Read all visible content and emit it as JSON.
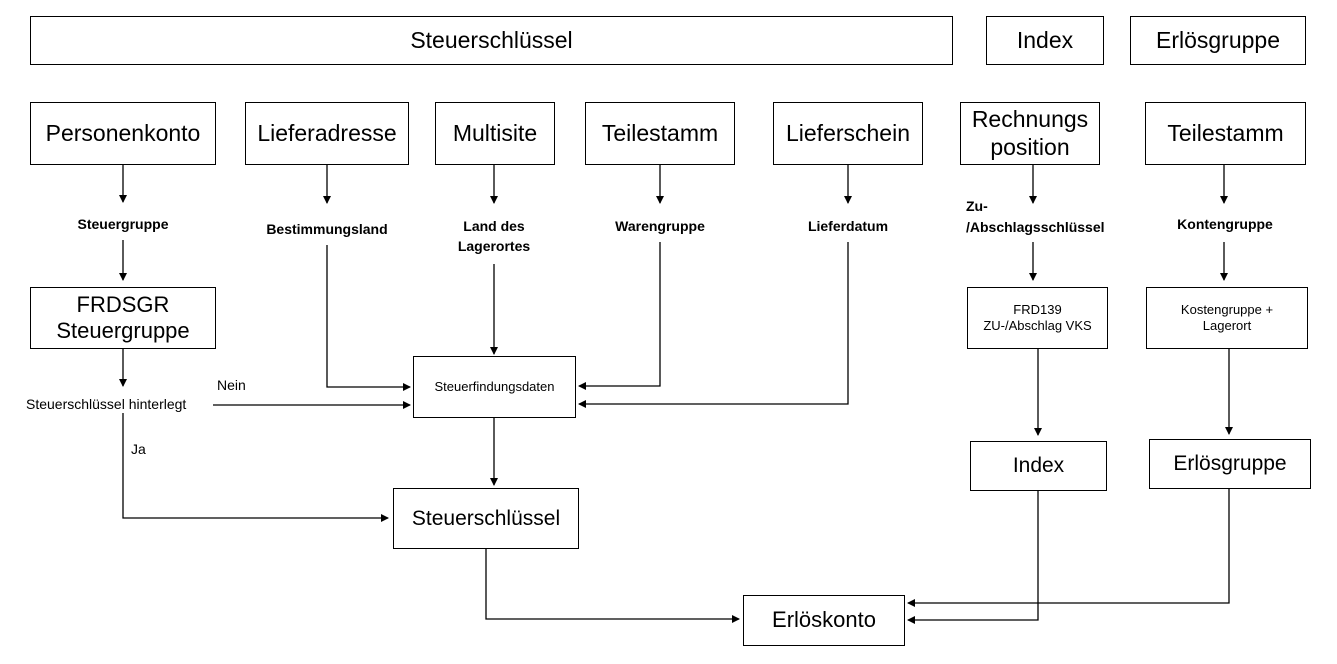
{
  "header": {
    "steuerschluessel": "Steuerschlüssel",
    "index": "Index",
    "erloesgruppe": "Erlösgruppe"
  },
  "sources": {
    "personenkonto": "Personenkonto",
    "lieferadresse": "Lieferadresse",
    "multisite": "Multisite",
    "teilestamm": "Teilestamm",
    "lieferschein": "Lieferschein",
    "rechnungsposition": "Rechnungs\nposition",
    "teilestamm2": "Teilestamm"
  },
  "attributes": {
    "steuergruppe": "Steuergruppe",
    "bestimmungsland": "Bestimmungsland",
    "land_lagerort": "Land des\nLagerortes",
    "warengruppe": "Warengruppe",
    "lieferdatum": "Lieferdatum",
    "zu_abschlag": "Zu-\n/Abschlagsschlüssel",
    "kontengruppe": "Kontengruppe"
  },
  "nodes": {
    "frdsgr": "FRDSGR\nSteuergruppe",
    "frd139": "FRD139\nZU-/Abschlag VKS",
    "kostengruppe": "Kostengruppe +\nLagerort",
    "steuerfindungsdaten": "Steuerfindungsdaten",
    "steuerschluessel": "Steuerschlüssel",
    "index": "Index",
    "erloesgruppe": "Erlösgruppe",
    "erloeskonto": "Erlöskonto"
  },
  "decision": {
    "question": "Steuerschlüssel hinterlegt",
    "nein": "Nein",
    "ja": "Ja"
  }
}
